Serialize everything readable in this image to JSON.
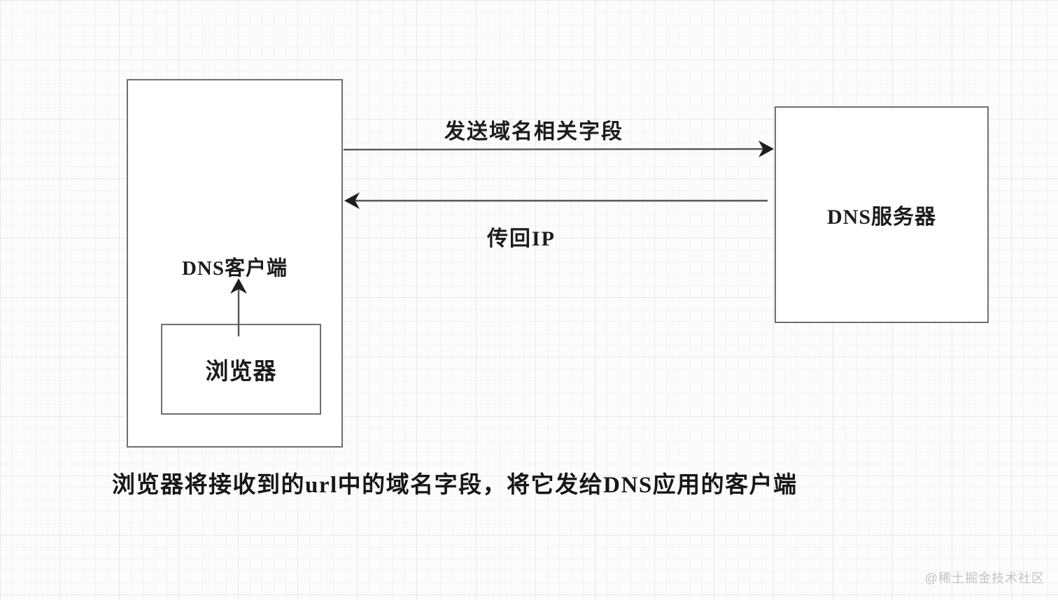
{
  "diagram": {
    "nodes": {
      "dns_client": {
        "label": "DNS客户端"
      },
      "browser": {
        "label": "浏览器"
      },
      "dns_server": {
        "label": "DNS服务器"
      }
    },
    "edges": {
      "request": {
        "label": "发送域名相关字段",
        "from": "DNS客户端",
        "to": "DNS服务器"
      },
      "response": {
        "label": "传回IP",
        "from": "DNS服务器",
        "to": "DNS客户端"
      },
      "browser_to_client": {
        "label": "",
        "from": "浏览器",
        "to": "DNS客户端"
      }
    },
    "caption": "浏览器将接收到的url中的域名字段，将它发给DNS应用的客户端",
    "watermark": "@稀土掘金技术社区"
  },
  "colors": {
    "background": "#fcfcfc",
    "grid_line": "#ececec",
    "box_border": "#6f6f6f",
    "box_fill": "#ffffff",
    "arrow_line": "#565656",
    "arrow_head": "#1f1f1f",
    "text": "#1c1c1c",
    "watermark": "#c3c3c5"
  }
}
